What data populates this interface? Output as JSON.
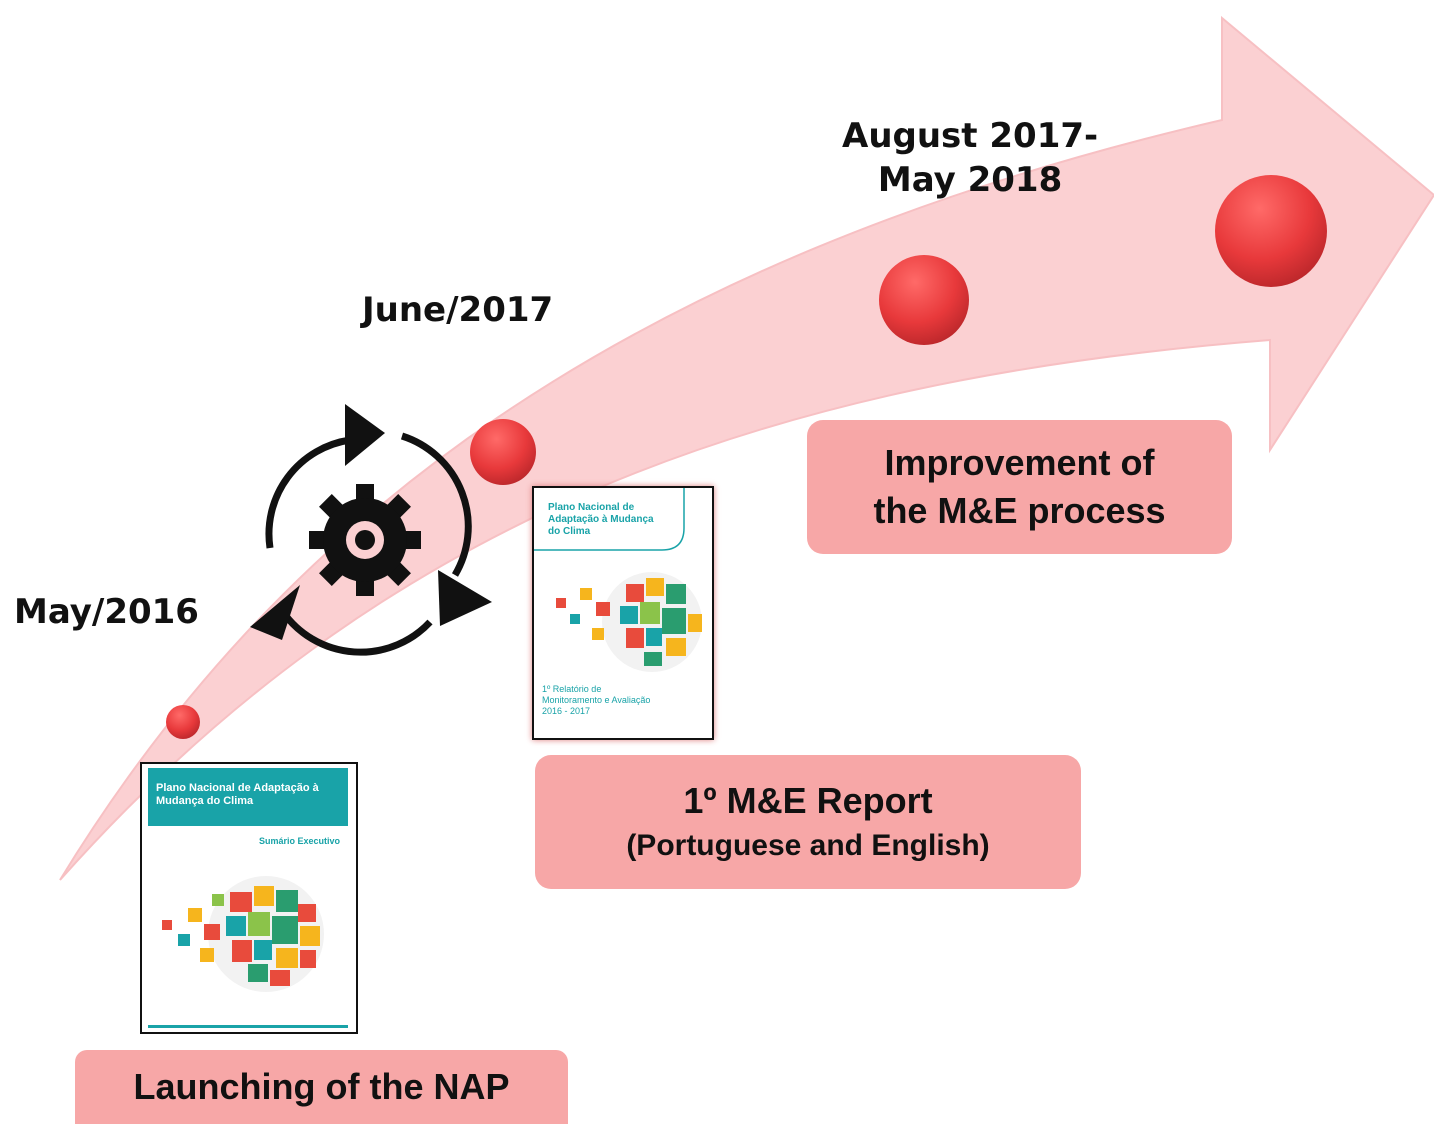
{
  "dates": {
    "may_2016": "May/2016",
    "june_2017": "June/2017",
    "aug_2017_line1": "August 2017-",
    "aug_2017_line2": "May 2018"
  },
  "boxes": {
    "launch": "Launching of the NAP",
    "report_line1": "1º M&E Report",
    "report_line2": "(Portuguese and English)",
    "improve_line1": "Improvement of",
    "improve_line2": "the M&E process"
  },
  "covers": {
    "nap": {
      "title": "Plano Nacional de Adaptação à Mudança do Clima",
      "subtitle": "Sumário Executivo"
    },
    "report": {
      "title": "Plano Nacional de Adaptação à Mudança do Clima",
      "body": "1º Relatório de Monitoramento e Avaliação 2016 - 2017"
    }
  },
  "colors": {
    "arrow": "#fbd0d2",
    "dot": "#e03c3e",
    "box": "#f7a7a7",
    "teal": "#19a3a8"
  },
  "icons": [
    "cycle-arrows-icon",
    "gear-icon"
  ]
}
